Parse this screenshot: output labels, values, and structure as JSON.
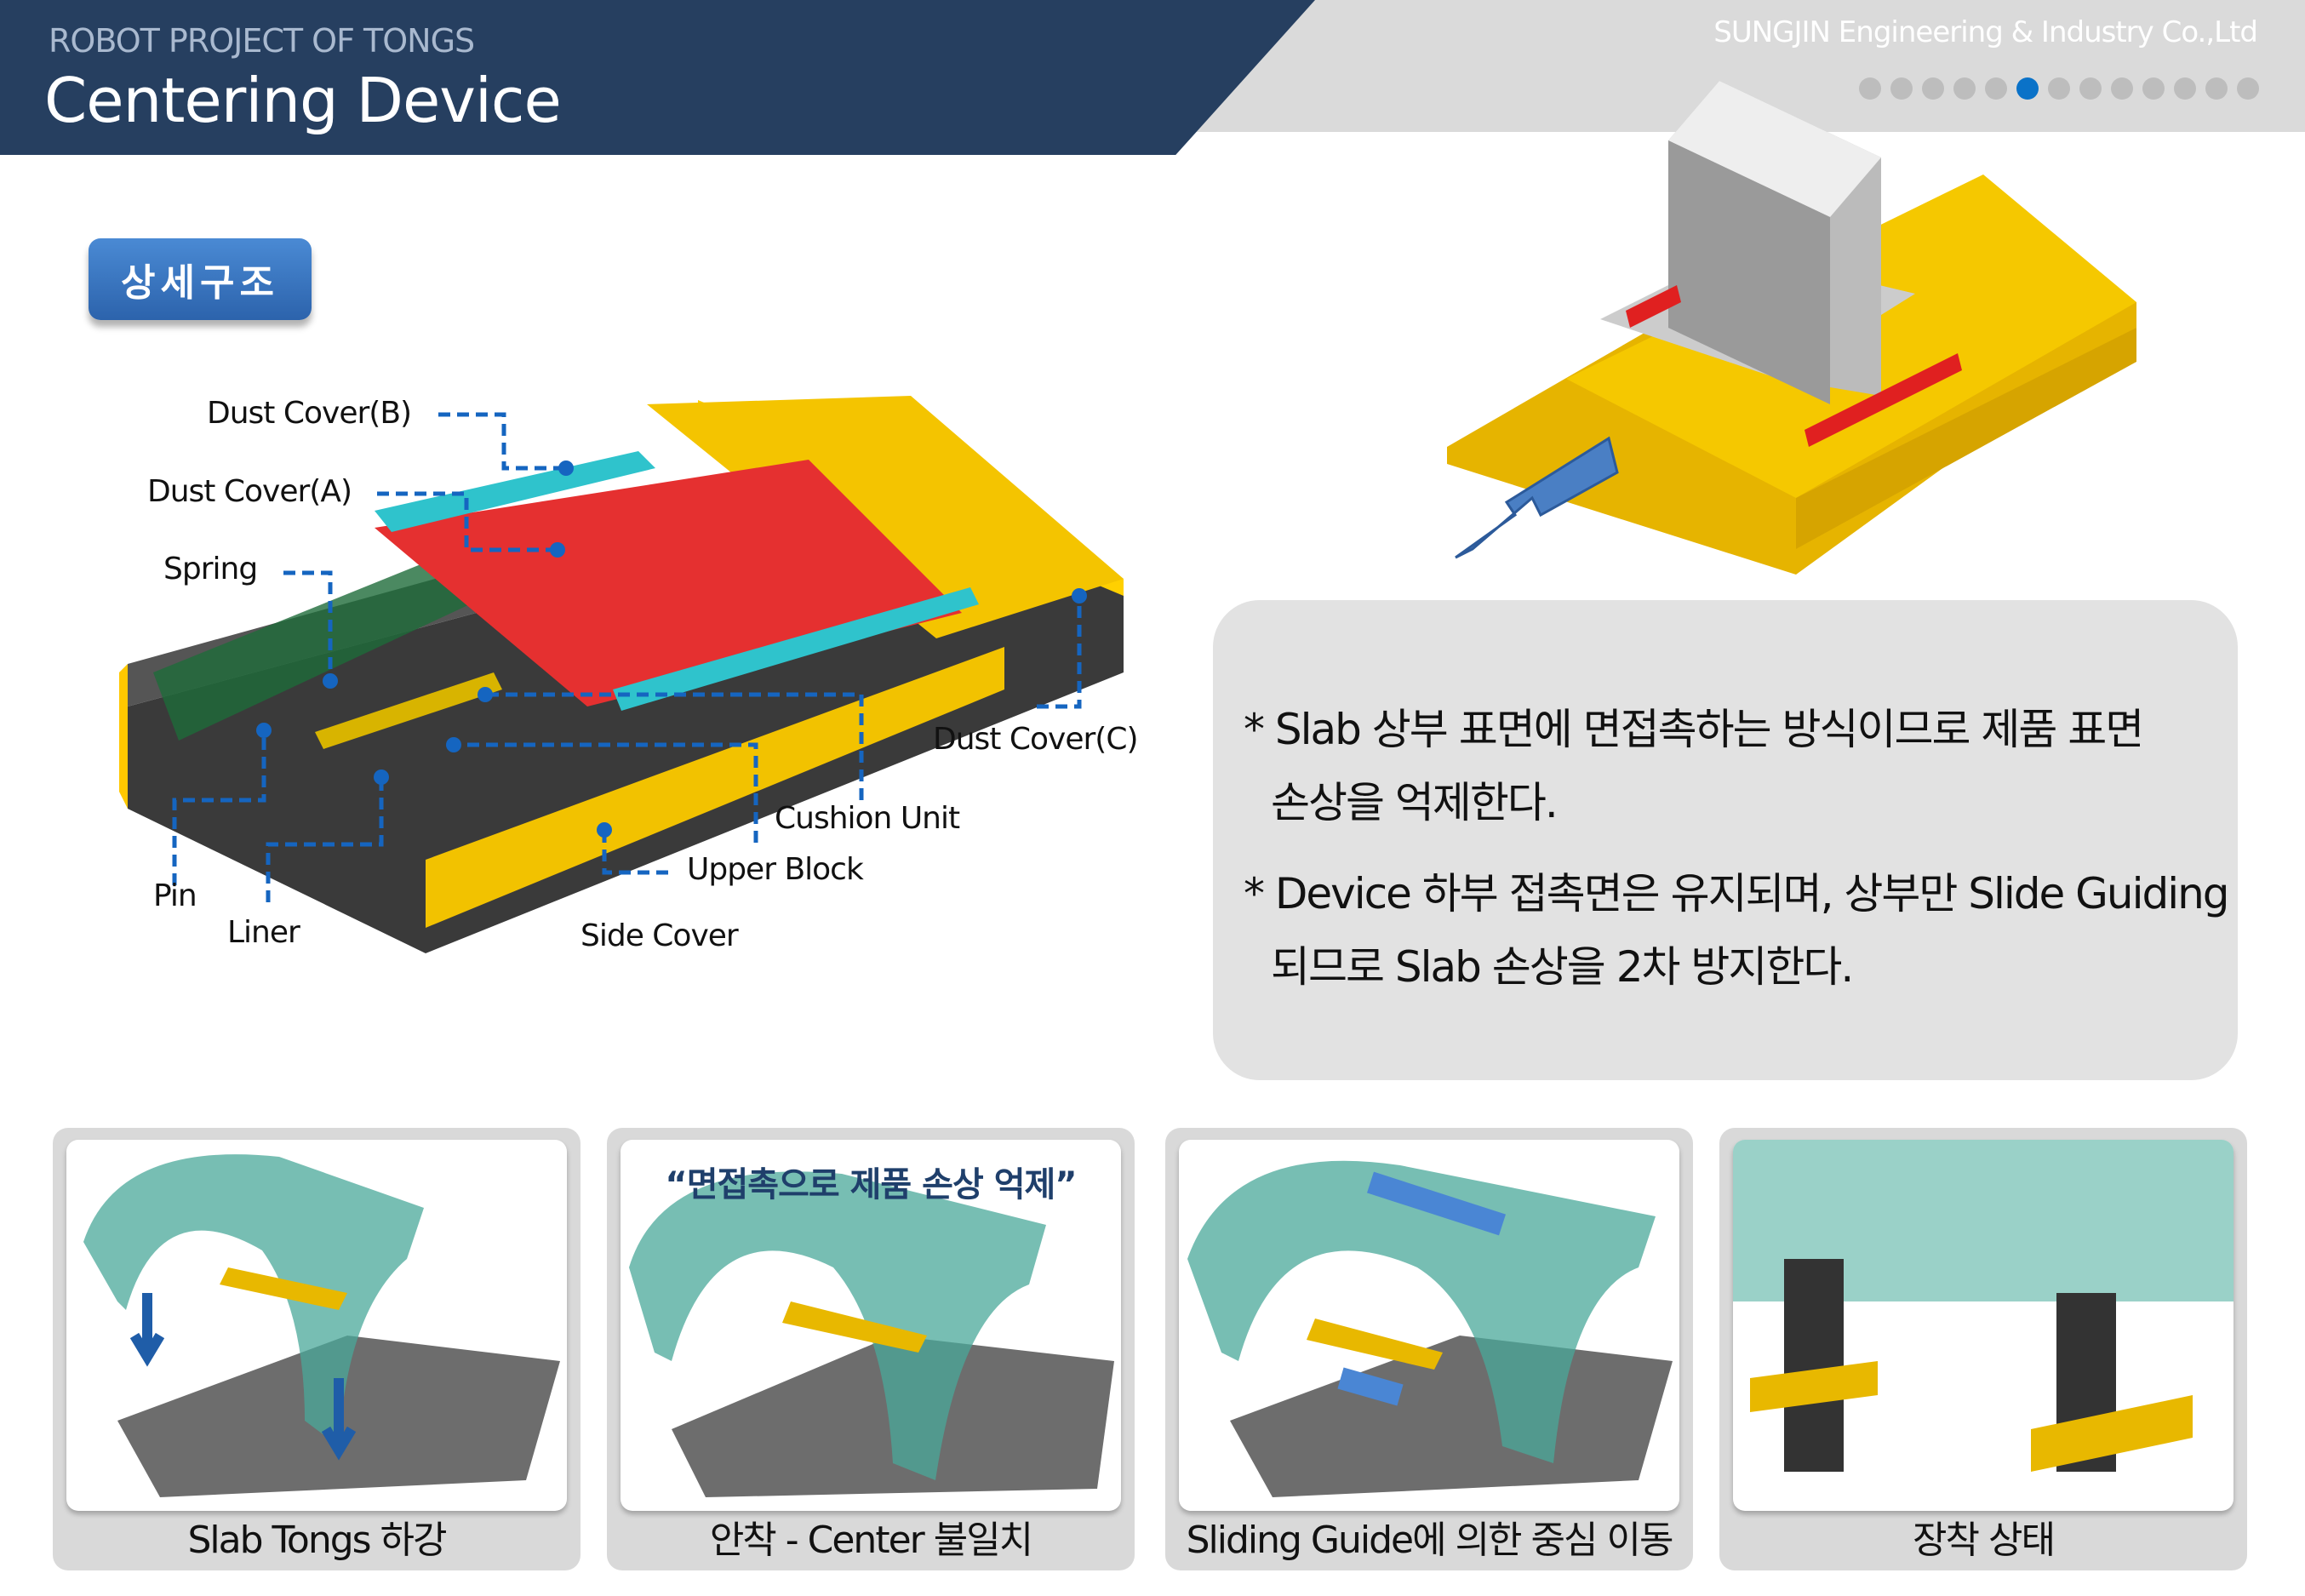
{
  "header": {
    "subtitle": "ROBOT PROJECT OF TONGS",
    "title": "Centering Device",
    "company": "SUNGJIN Engineering & Industry Co.,Ltd",
    "page_dots": 13,
    "active_dot": 6
  },
  "section_button": "상세구조",
  "diagram_labels": {
    "dust_cover_b": "Dust Cover(B)",
    "dust_cover_a": "Dust Cover(A)",
    "spring": "Spring",
    "pin": "Pin",
    "liner": "Liner",
    "side_cover": "Side Cover",
    "upper_block": "Upper Block",
    "cushion_unit": "Cushion Unit",
    "dust_cover_c": "Dust Cover(C)"
  },
  "notes": {
    "l1": "* Slab 상부 표면에 면접촉하는 방식이므로 제품 표면",
    "l2": "손상을 억제한다.",
    "l3": "* Device 하부 접촉면은 유지되며, 상부만 Slide Guiding",
    "l4": "되므로 Slab 손상을 2차 방지한다."
  },
  "steps": [
    {
      "caption": "Slab Tongs 하강"
    },
    {
      "caption": "안착 - Center 불일치",
      "quote": "“면접촉으로 제품 손상 억제”"
    },
    {
      "caption": "Sliding Guide에 의한 중심 이동"
    },
    {
      "caption": "장착 상태"
    }
  ],
  "colors": {
    "navy": "#263f60",
    "accent": "#0a72c8",
    "leader": "#1565c0"
  }
}
